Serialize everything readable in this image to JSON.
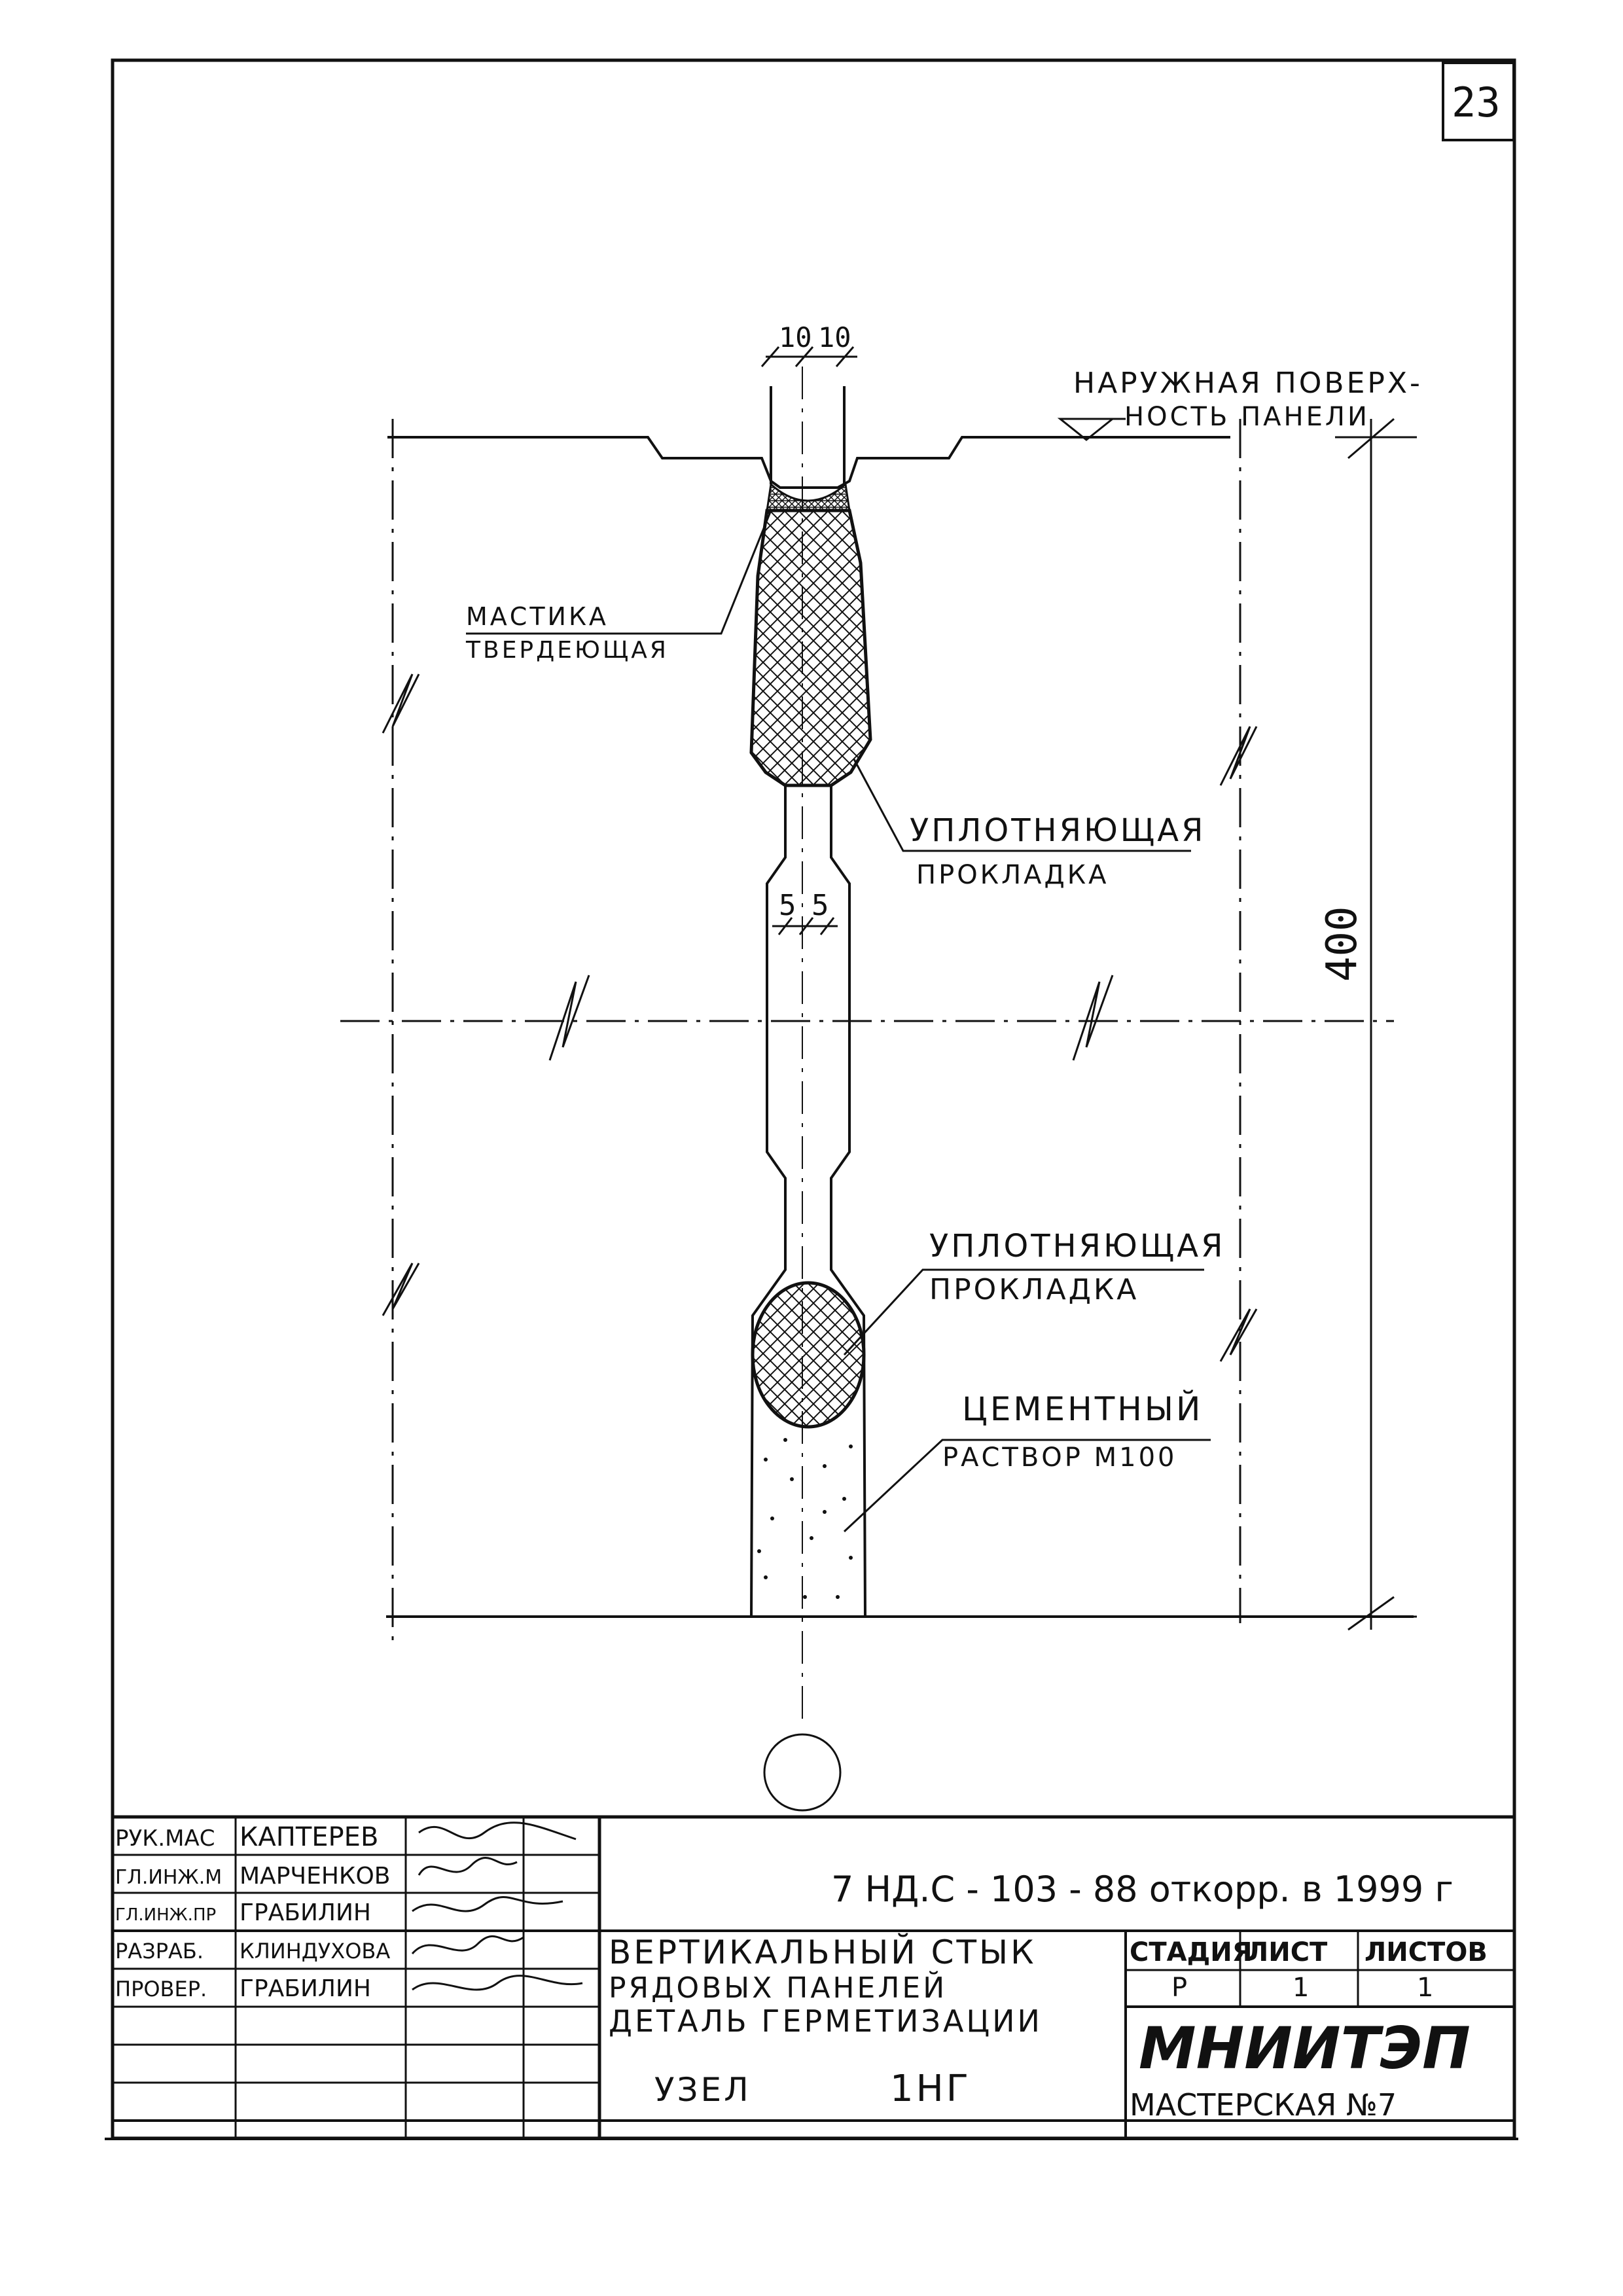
{
  "sheet": {
    "page_number": "23"
  },
  "drawing": {
    "dimensions": {
      "top_gap_left": "10",
      "top_gap_right": "10",
      "mid_gap_left": "5",
      "mid_gap_right": "5",
      "height": "400"
    },
    "labels": {
      "outer_surface_line1": "НАРУЖНАЯ ПОВЕРХ-",
      "outer_surface_line2": "НОСТЬ ПАНЕЛИ",
      "mastic_line1": "МАСТИКА",
      "mastic_line2": "ТВЕРДЕЮЩАЯ",
      "gasket_top_line1": "УПЛОТНЯЮЩАЯ",
      "gasket_top_line2": "ПРОКЛАДКА",
      "gasket_bottom_line1": "УПЛОТНЯЮЩАЯ",
      "gasket_bottom_line2": "ПРОКЛАДКА",
      "mortar_line1": "ЦЕМЕНТНЫЙ",
      "mortar_line2": "РАСТВОР М100"
    }
  },
  "title_block": {
    "signatures": [
      {
        "role": "РУК.МАС",
        "name": "КАПТЕРЕВ"
      },
      {
        "role": "ГЛ.ИНЖ.М",
        "name": "МАРЧЕНКОВ"
      },
      {
        "role": "ГЛ.ИНЖ.ПР",
        "name": "ГРАБИЛИН"
      },
      {
        "role": "РАЗРАБ.",
        "name": "КЛИНДУХОВА"
      },
      {
        "role": "ПРОВЕР.",
        "name": "ГРАБИЛИН"
      }
    ],
    "code": "7 НД.С - 103 - 88 откорр. в 1999 г",
    "title_line1": "ВЕРТИКАЛЬНЫЙ СТЫК",
    "title_line2": "РЯДОВЫХ ПАНЕЛЕЙ",
    "title_line3": "ДЕТАЛЬ ГЕРМЕТИЗАЦИИ",
    "node": "УЗЕЛ",
    "node_number": "1НГ",
    "stage_header": "СТАДИЯ",
    "sheet_header": "ЛИСТ",
    "sheets_header": "ЛИСТОВ",
    "stage_value": "Р",
    "sheet_value": "1",
    "sheets_value": "1",
    "organization": "МНИИТЭП",
    "workshop": "МАСТЕРСКАЯ №7"
  }
}
